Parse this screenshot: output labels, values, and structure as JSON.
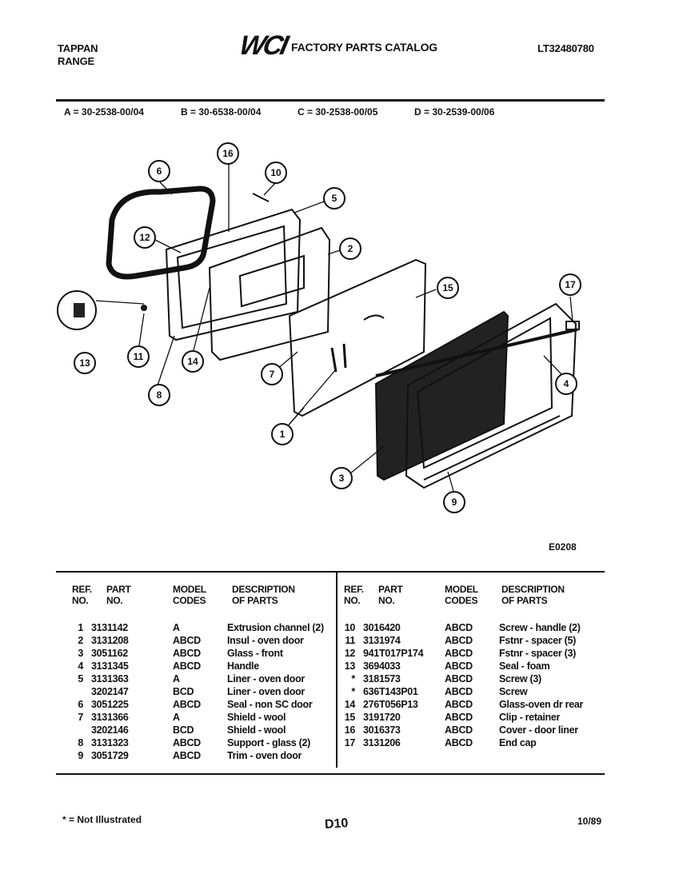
{
  "header": {
    "brand": "TAPPAN",
    "product": "RANGE",
    "logo": "WCI",
    "catalog_title": "FACTORY PARTS CATALOG",
    "catalog_number": "LT32480780"
  },
  "models": [
    "A = 30-2538-00/04",
    "B = 30-6538-00/04",
    "C = 30-2538-00/05",
    "D = 30-2539-00/06"
  ],
  "diagram": {
    "code": "E0208",
    "callouts": [
      "6",
      "16",
      "10",
      "5",
      "12",
      "2",
      "15",
      "17",
      "13",
      "11",
      "14",
      "7",
      "4",
      "8",
      "1",
      "3",
      "9"
    ]
  },
  "table": {
    "headers": {
      "ref": [
        "REF.",
        "NO."
      ],
      "part": [
        "PART",
        "NO."
      ],
      "model": [
        "MODEL",
        "CODES"
      ],
      "desc": [
        "DESCRIPTION",
        "OF PARTS"
      ]
    },
    "left_rows": [
      {
        "ref": "1",
        "part": "3131142",
        "model": "A",
        "desc": "Extrusion channel (2)"
      },
      {
        "ref": "2",
        "part": "3131208",
        "model": "ABCD",
        "desc": "Insul - oven door"
      },
      {
        "ref": "3",
        "part": "3051162",
        "model": "ABCD",
        "desc": "Glass - front"
      },
      {
        "ref": "4",
        "part": "3131345",
        "model": "ABCD",
        "desc": "Handle"
      },
      {
        "ref": "5",
        "part": "3131363",
        "model": "A",
        "desc": "Liner - oven door"
      },
      {
        "ref": "",
        "part": "3202147",
        "model": "BCD",
        "desc": "Liner - oven door"
      },
      {
        "ref": "6",
        "part": "3051225",
        "model": "ABCD",
        "desc": "Seal - non SC door"
      },
      {
        "ref": "7",
        "part": "3131366",
        "model": "A",
        "desc": "Shield - wool"
      },
      {
        "ref": "",
        "part": "3202146",
        "model": "BCD",
        "desc": "Shield - wool"
      },
      {
        "ref": "8",
        "part": "3131323",
        "model": "ABCD",
        "desc": "Support - glass (2)"
      },
      {
        "ref": "9",
        "part": "3051729",
        "model": "ABCD",
        "desc": "Trim - oven door"
      }
    ],
    "right_rows": [
      {
        "ref": "10",
        "part": "3016420",
        "model": "ABCD",
        "desc": "Screw - handle (2)"
      },
      {
        "ref": "11",
        "part": "3131974",
        "model": "ABCD",
        "desc": "Fstnr - spacer (5)"
      },
      {
        "ref": "12",
        "part": "941T017P174",
        "model": "ABCD",
        "desc": "Fstnr - spacer (3)"
      },
      {
        "ref": "13",
        "part": "3694033",
        "model": "ABCD",
        "desc": "Seal - foam"
      },
      {
        "ref": "*",
        "part": "3181573",
        "model": "ABCD",
        "desc": "Screw (3)"
      },
      {
        "ref": "*",
        "part": "636T143P01",
        "model": "ABCD",
        "desc": "Screw"
      },
      {
        "ref": "14",
        "part": "276T056P13",
        "model": "ABCD",
        "desc": "Glass-oven dr rear"
      },
      {
        "ref": "15",
        "part": "3191720",
        "model": "ABCD",
        "desc": "Clip - retainer"
      },
      {
        "ref": "16",
        "part": "3016373",
        "model": "ABCD",
        "desc": "Cover - door liner"
      },
      {
        "ref": "17",
        "part": "3131206",
        "model": "ABCD",
        "desc": "End cap"
      }
    ]
  },
  "footer": {
    "note": "* = Not Illustrated",
    "page": "D10",
    "date": "10/89"
  }
}
